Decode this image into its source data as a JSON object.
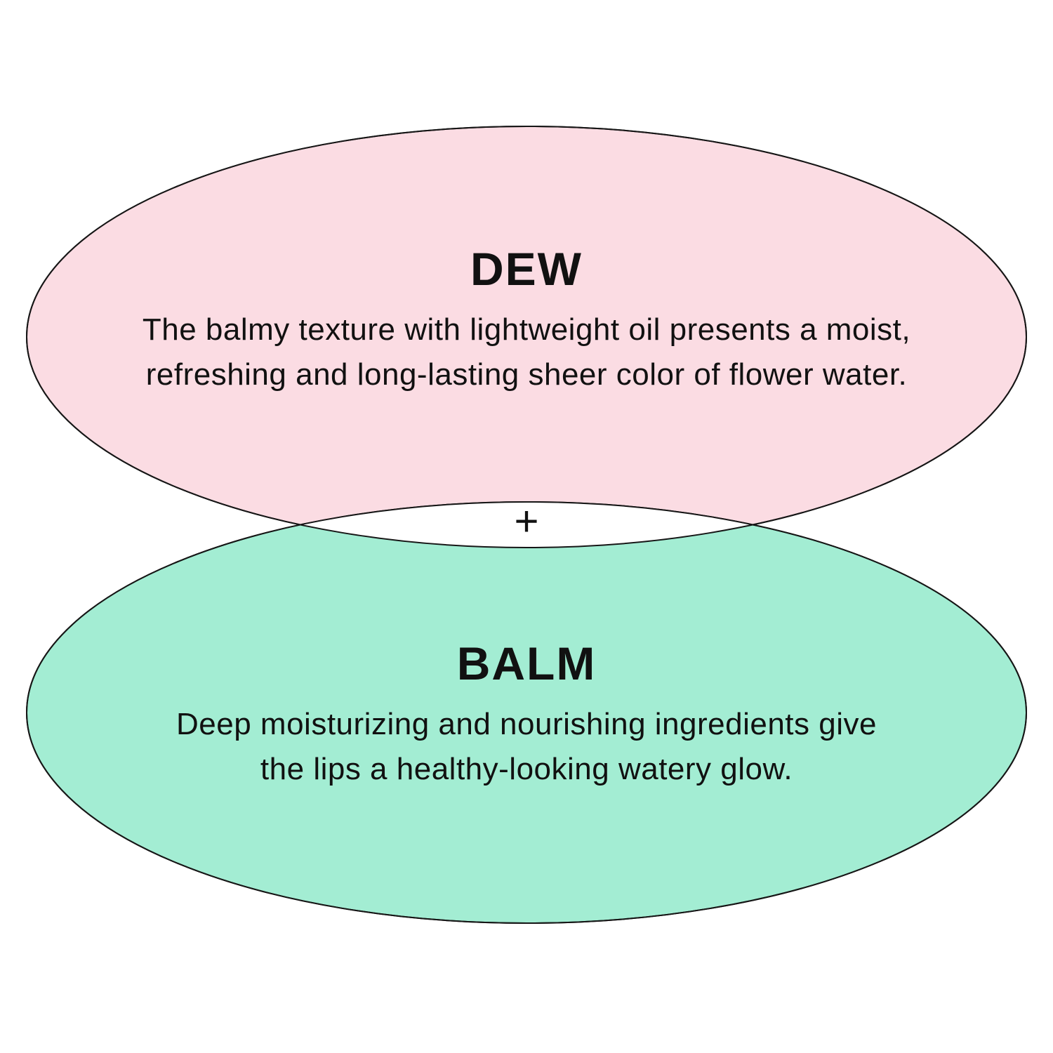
{
  "dew": {
    "title": "DEW",
    "line1": "The balmy texture with lightweight oil presents a moist,",
    "line2": "refreshing and long-lasting sheer color of flower water."
  },
  "plus": "+",
  "balm": {
    "title": "BALM",
    "line1": "Deep moisturizing and nourishing ingredients give",
    "line2": "the lips a healthy-looking watery glow."
  },
  "colors": {
    "dew_fill": "#FBDCE3",
    "balm_fill": "#A3EDD3",
    "outline": "#161616",
    "background": "#FFFFFF",
    "text": "#111111"
  }
}
